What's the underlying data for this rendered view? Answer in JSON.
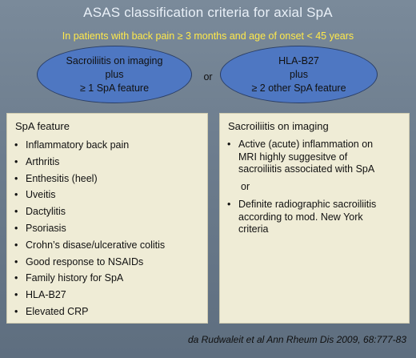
{
  "title": "ASAS classification criteria for axial SpA",
  "subtitle": "In patients with back pain ≥ 3 months and age of onset < 45 years",
  "ellipse_left": [
    "Sacroiliitis on imaging",
    "plus",
    "≥ 1 SpA feature"
  ],
  "or_label": "or",
  "ellipse_right": [
    "HLA-B27",
    "plus",
    "≥ 2 other SpA feature"
  ],
  "left_box": {
    "title": "SpA feature",
    "items": [
      "Inflammatory back pain",
      "Arthritis",
      "Enthesitis (heel)",
      "Uveitis",
      "Dactylitis",
      "Psoriasis",
      "Crohn’s disase/ulcerative colitis",
      "Good response to NSAIDs",
      "Family history for SpA",
      "HLA-B27",
      "Elevated CRP"
    ]
  },
  "right_box": {
    "title": "Sacroiliitis on imaging",
    "item1": [
      "Active (acute) inflammation on",
      "MRI highly suggesitve of",
      "sacroiliitis associated with SpA"
    ],
    "or": "or",
    "item2": [
      "Definite radiographic sacroiliitis",
      "according to mod. New York",
      "criteria"
    ]
  },
  "bullet": "•",
  "citation": "da Rudwaleit et al Ann Rheum Dis 2009, 68:777-83"
}
